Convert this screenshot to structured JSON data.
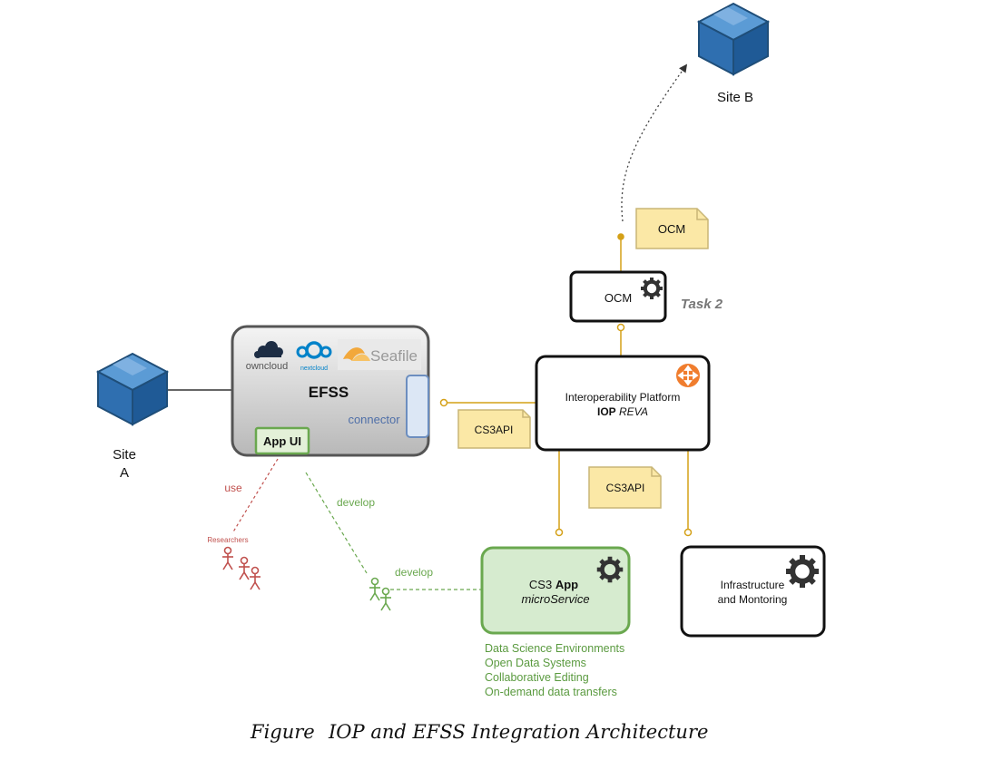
{
  "sites": {
    "site_a_line1": "Site",
    "site_a_line2": "A",
    "site_b": "Site B"
  },
  "efss": {
    "title": "EFSS",
    "connector_label": "connector",
    "app_ui_label": "App UI",
    "logos": {
      "owncloud": "owncloud",
      "nextcloud": "nextcloud",
      "seafile": "Seafile"
    }
  },
  "iop": {
    "line1": "Interoperability Platform",
    "line2_bold": "IOP",
    "line2_italic": "REVA"
  },
  "ocm_box": {
    "label": "OCM",
    "task": "Task 2"
  },
  "ocm_note": {
    "label": "OCM"
  },
  "cs3api_left": {
    "label": "CS3API"
  },
  "cs3api_mid": {
    "label": "CS3API"
  },
  "cs3app": {
    "line1_normal": "CS3",
    "line1_bold": "App",
    "line2_italic": "microService",
    "services": [
      "Data Science Environments",
      "Open Data Systems",
      "Collaborative Editing",
      "On-demand data transfers"
    ]
  },
  "infra": {
    "line1": "Infrastructure",
    "line2": "and Montoring"
  },
  "actors": {
    "use_label": "use",
    "researchers_label": "Researchers",
    "develop_label_1": "develop",
    "develop_label_2": "develop"
  },
  "caption": {
    "figure_word": "Figure",
    "text": "IOP and EFSS Integration Architecture"
  },
  "colors": {
    "cube_blue": "#2f6fb0",
    "connector_yellow": "#d4a017",
    "note_fill": "#fbe8a6",
    "green_fill": "#d6ebcf",
    "green_stroke": "#6aa84f",
    "researcher_red": "#c0504d",
    "develop_green": "#6aa84f"
  },
  "icons": [
    "cube-icon",
    "gear-icon",
    "router-icon",
    "actor-icon"
  ]
}
